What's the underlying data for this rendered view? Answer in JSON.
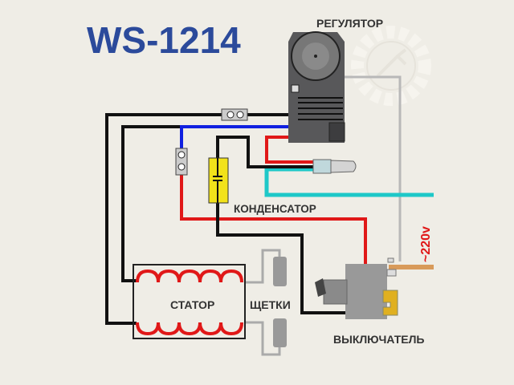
{
  "title": "WS-1214",
  "labels": {
    "regulator": "РЕГУЛЯТОР",
    "capacitor": "КОНДЕНСАТОР",
    "stator": "СТАТОР",
    "brushes": "ЩЕТКИ",
    "switch": "ВЫКЛЮЧАТЕЛЬ",
    "voltage": "~220v"
  },
  "colors": {
    "title": "#2b4a9b",
    "black_wire": "#111111",
    "blue_wire": "#1020e0",
    "red_wire": "#e01818",
    "cyan_wire": "#1ec8c8",
    "gray_wire": "#b8b8b8",
    "orange_wire": "#d89a5a",
    "capacitor": "#f2e21a",
    "switch_terminal": "#e0b020"
  }
}
